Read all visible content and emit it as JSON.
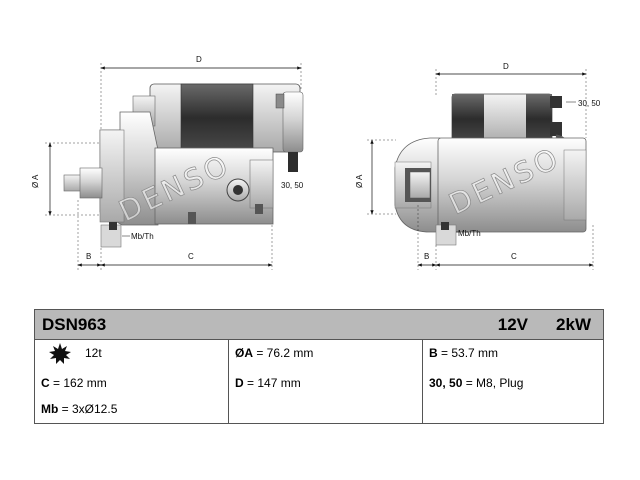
{
  "drawing": {
    "side_view": {
      "dim_d": "D",
      "dim_a": "Ø A",
      "dim_b": "B",
      "dim_c": "C",
      "terminal_label": "30, 50",
      "mount_label": "Mb/Th"
    },
    "rear_view": {
      "dim_d": "D",
      "dim_a": "Ø A",
      "dim_b": "B",
      "dim_c": "C",
      "terminal_label": "30, 50",
      "mount_label": "Mb/Th"
    },
    "watermark": "DENSO",
    "icon": "pinion-gear-icon"
  },
  "spec": {
    "model": "DSN963",
    "voltage": "12V",
    "power": "2kW",
    "teeth": "12t",
    "c": {
      "label": "C",
      "value": " = 162 mm"
    },
    "mb": {
      "label": "Mb",
      "value": " = 3xØ12.5"
    },
    "a": {
      "label": "ØA",
      "value": " = 76.2 mm"
    },
    "d": {
      "label": "D",
      "value": " = 147 mm"
    },
    "b": {
      "label": "B",
      "value": " = 53.7 mm"
    },
    "terminals": {
      "label": "30, 50",
      "value": " = M8, Plug"
    }
  }
}
